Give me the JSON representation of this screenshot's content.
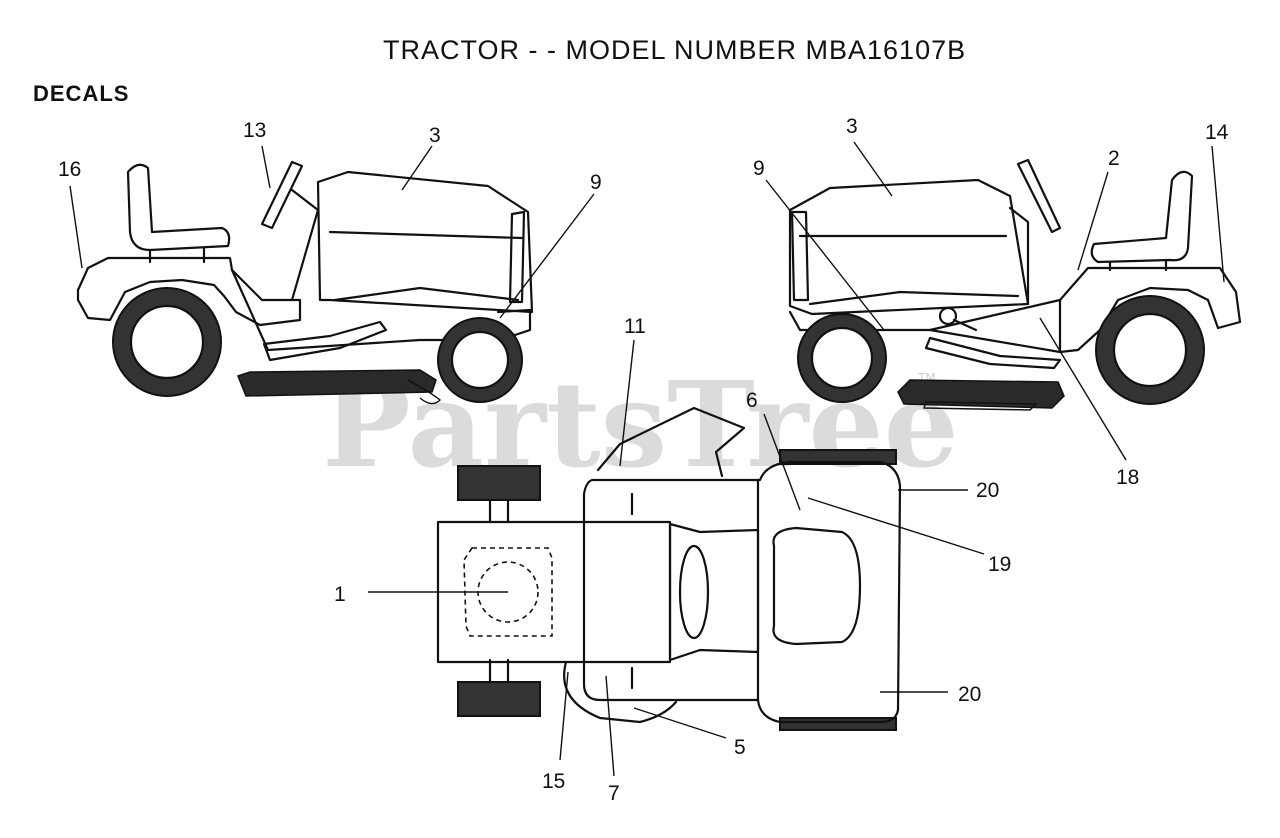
{
  "title": "TRACTOR - - MODEL NUMBER MBA16107B",
  "section_label": "DECALS",
  "watermark": {
    "text": "PartsTree",
    "tm": "TM"
  },
  "callouts": {
    "c1": "1",
    "c2": "2",
    "c3_left": "3",
    "c3_right": "3",
    "c5": "5",
    "c6": "6",
    "c7": "7",
    "c9_left": "9",
    "c9_right": "9",
    "c11": "11",
    "c13": "13",
    "c14": "14",
    "c15": "15",
    "c16": "16",
    "c18": "18",
    "c19": "19",
    "c20_top": "20",
    "c20_bottom": "20"
  }
}
